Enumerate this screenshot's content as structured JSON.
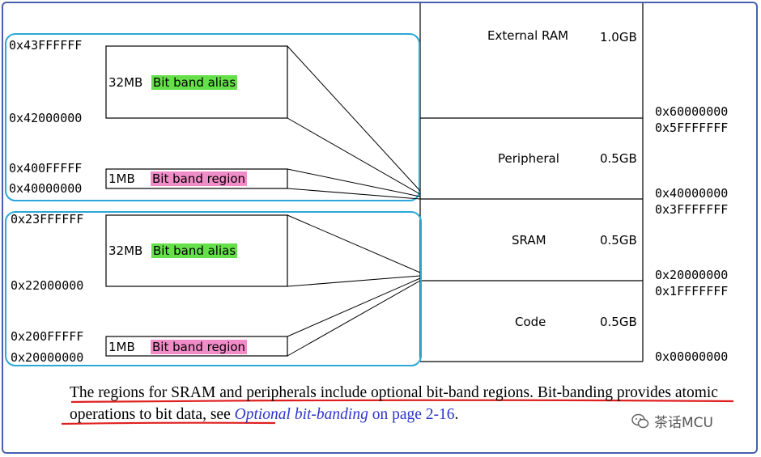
{
  "memory_map": {
    "regions": [
      {
        "name": "External RAM",
        "size": "1.0GB"
      },
      {
        "name": "Peripheral",
        "size": "0.5GB"
      },
      {
        "name": "SRAM",
        "size": "0.5GB"
      },
      {
        "name": "Code",
        "size": "0.5GB"
      }
    ],
    "addresses": [
      "0x60000000",
      "0x5FFFFFFF",
      "0x40000000",
      "0x3FFFFFFF",
      "0x20000000",
      "0x1FFFFFFF",
      "0x00000000"
    ]
  },
  "peripheral_group": {
    "alias_top": "0x43FFFFFF",
    "alias_bottom": "0x42000000",
    "alias_size": "32MB",
    "alias_label": "Bit band alias",
    "region_top": "0x400FFFFF",
    "region_bottom": "0x40000000",
    "region_size": "1MB",
    "region_label": "Bit band region"
  },
  "sram_group": {
    "alias_top": "0x23FFFFFF",
    "alias_bottom": "0x22000000",
    "alias_size": "32MB",
    "alias_label": "Bit band alias",
    "region_top": "0x200FFFFF",
    "region_bottom": "0x20000000",
    "region_size": "1MB",
    "region_label": "Bit band region"
  },
  "caption": {
    "part1": "The regions for SRAM and peripherals include optional bit-band regions. Bit-banding provides atomic operations to bit data, see ",
    "link_italic": "Optional bit-banding",
    "link_rest": " on page 2-16",
    "end": "."
  },
  "watermark": "茶话MCU",
  "colors": {
    "group_border": "#2aa8d8",
    "alias_highlight": "#66e04a",
    "region_highlight": "#f08cc8",
    "underline": "#e02020",
    "frame": "#4a5fb0",
    "link": "#2a35c8"
  }
}
